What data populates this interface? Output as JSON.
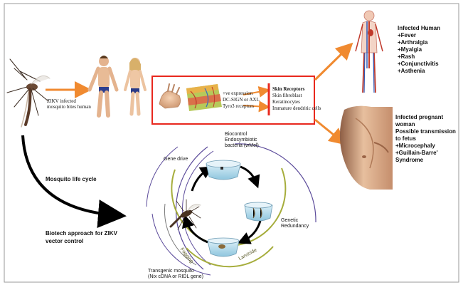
{
  "mosquito_bite": {
    "line1": "ZIKV infected",
    "line2": "mosquito bites human"
  },
  "receptor_box": {
    "markers": [
      "+ve expression",
      "DC-SIGN or AXL",
      "Tyro3 receptors"
    ],
    "receptors_title": "Skin Receptors",
    "receptors": [
      "Skin fibroblast",
      "Keratinocytes",
      "Immature dendritic cells"
    ]
  },
  "infected_human": {
    "title": "Infected Human",
    "symptoms": [
      "+Fever",
      "+Arthralgia",
      "+Myalgia",
      "+Rash",
      "+Conjunctivitis",
      "+Asthenia"
    ]
  },
  "infected_pregnant": {
    "lines": [
      "Infected pregnant",
      "woman",
      "Possible transmission",
      "to fetus",
      "+Microcephaly",
      "+Guillain-Barre'",
      "Syndrome"
    ]
  },
  "life_cycle": {
    "label": "Mosquito life cycle"
  },
  "biotech": {
    "line1": "Biotech approach for ZIKV",
    "line2": "vector control"
  },
  "strategies": {
    "biocontrol": [
      "Biocontrol",
      "Endosymbiotic",
      "bacteria (wMel)"
    ],
    "gene_drive": "Gene drive",
    "genetic_redundancy": [
      "Genetic",
      "Redundancy"
    ],
    "transgenic": [
      "Transgenic mosquito",
      "(Nix cDNA or RIDL gene)"
    ],
    "fogging": "Fogging",
    "larvicide": "Larvicide"
  },
  "colors": {
    "arrow_orange": "#f08a30",
    "box_red": "#e8281e",
    "ring_purple": "#5b4a9a",
    "ring_olive": "#a6ad3c"
  }
}
